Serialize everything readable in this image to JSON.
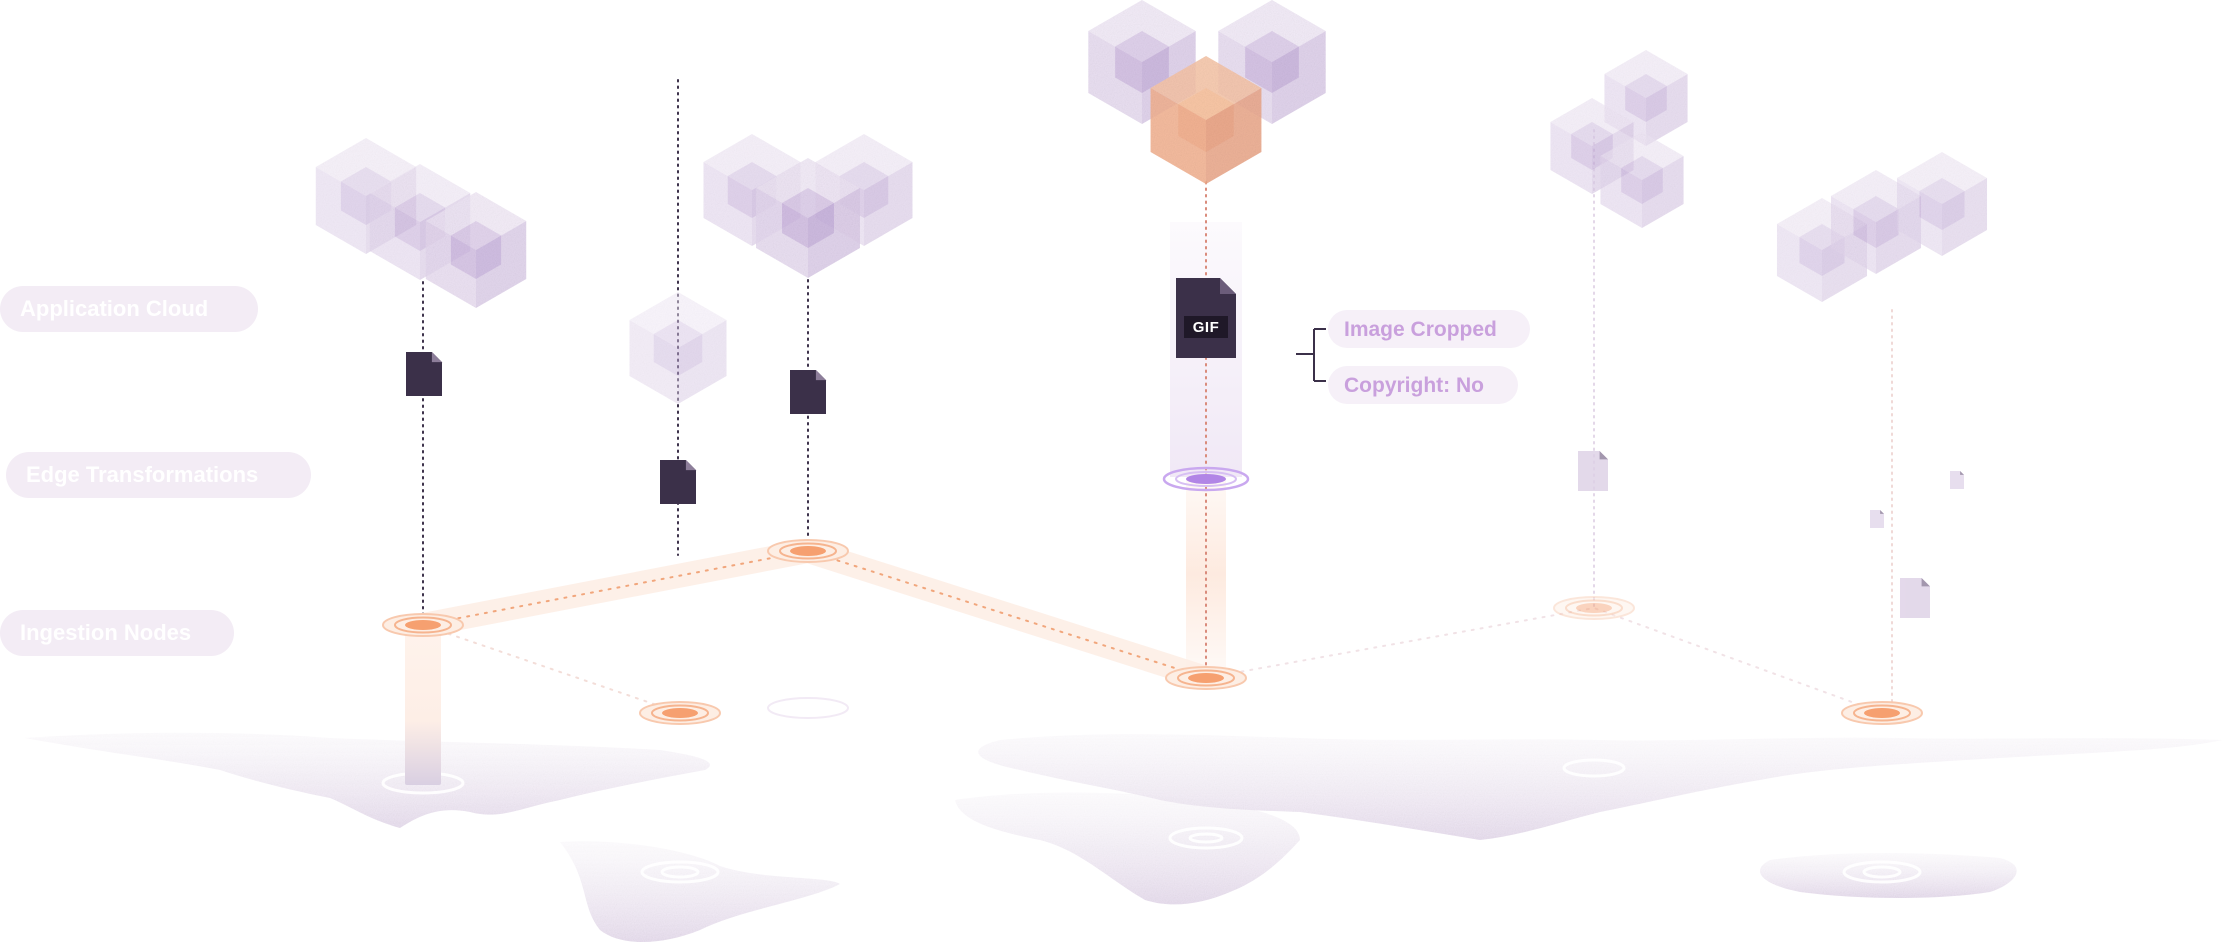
{
  "layers": [
    {
      "id": "application-cloud",
      "label": "Application Cloud"
    },
    {
      "id": "edge-transformations",
      "label": "Edge Transformations"
    },
    {
      "id": "ingestion-nodes",
      "label": "Ingestion Nodes"
    }
  ],
  "file_badge": "GIF",
  "annotations": [
    "Image Cropped",
    "Copyright: No"
  ],
  "colors": {
    "accent_orange": "#f6a777",
    "accent_purple": "#b185e6",
    "label_pill": "#f3ecf5",
    "label_text": "#ffffff",
    "annotation_text": "#c9a0dd",
    "annotation_bg": "#f6f0f8",
    "file_dark": "#3b3049",
    "cube_tint": "#e3d5ef",
    "map_tint": "#ece3f1"
  }
}
